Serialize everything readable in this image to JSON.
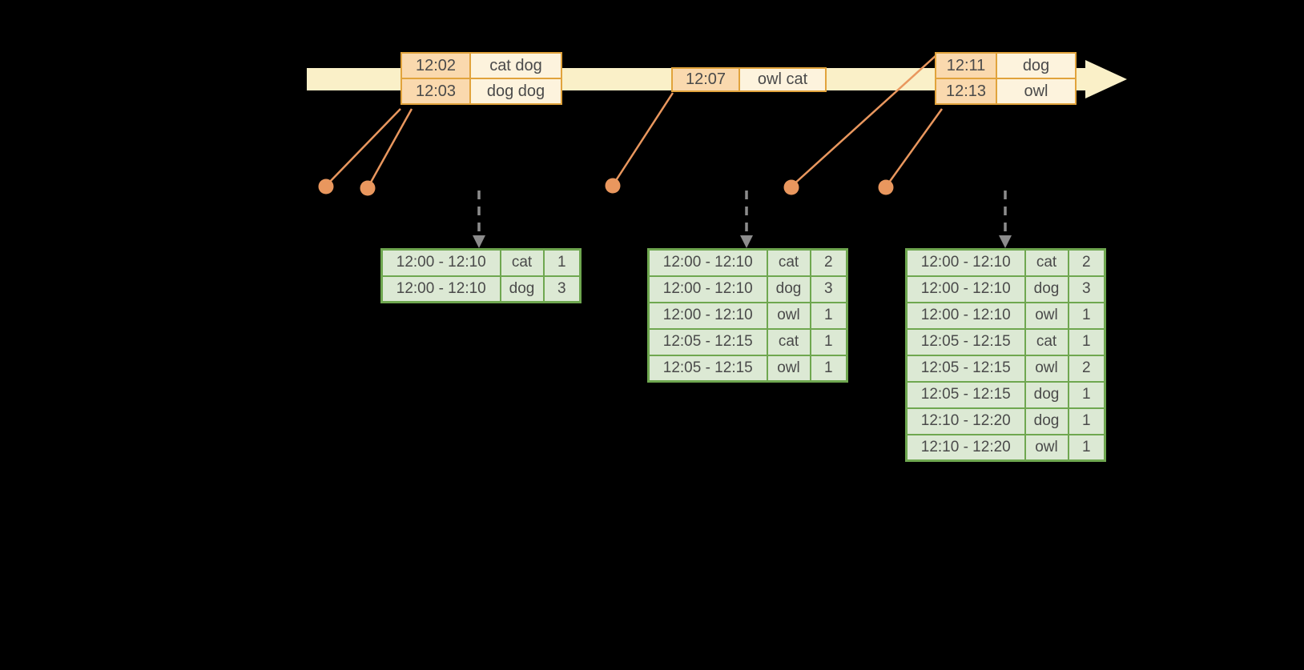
{
  "colors": {
    "background": "#000000",
    "timeline-fill": "#faf0c8",
    "event-border": "#e1a33c",
    "event-time-bg": "#fad9ae",
    "event-word-bg": "#fdf3dd",
    "dot-orange": "#e9975e",
    "result-border": "#6fa750",
    "result-cell-bg": "#dce9d4",
    "arrow-gray": "#8c8c8c",
    "text": "#4a4a4a"
  },
  "event_tables": [
    {
      "rows": [
        [
          "12:02",
          "cat dog"
        ],
        [
          "12:03",
          "dog dog"
        ]
      ]
    },
    {
      "rows": [
        [
          "12:07",
          "owl cat"
        ]
      ]
    },
    {
      "rows": [
        [
          "12:11",
          "dog"
        ],
        [
          "12:13",
          "owl"
        ]
      ]
    }
  ],
  "result_tables": [
    {
      "rows": [
        [
          "12:00 - 12:10",
          "cat",
          "1"
        ],
        [
          "12:00 - 12:10",
          "dog",
          "3"
        ]
      ]
    },
    {
      "rows": [
        [
          "12:00 - 12:10",
          "cat",
          "2"
        ],
        [
          "12:00 - 12:10",
          "dog",
          "3"
        ],
        [
          "12:00 - 12:10",
          "owl",
          "1"
        ],
        [
          "12:05 - 12:15",
          "cat",
          "1"
        ],
        [
          "12:05 - 12:15",
          "owl",
          "1"
        ]
      ]
    },
    {
      "rows": [
        [
          "12:00 - 12:10",
          "cat",
          "2"
        ],
        [
          "12:00 - 12:10",
          "dog",
          "3"
        ],
        [
          "12:00 - 12:10",
          "owl",
          "1"
        ],
        [
          "12:05 - 12:15",
          "cat",
          "1"
        ],
        [
          "12:05 - 12:15",
          "owl",
          "2"
        ],
        [
          "12:05 - 12:15",
          "dog",
          "1"
        ],
        [
          "12:10 - 12:20",
          "dog",
          "1"
        ],
        [
          "12:10 - 12:20",
          "owl",
          "1"
        ]
      ]
    }
  ]
}
